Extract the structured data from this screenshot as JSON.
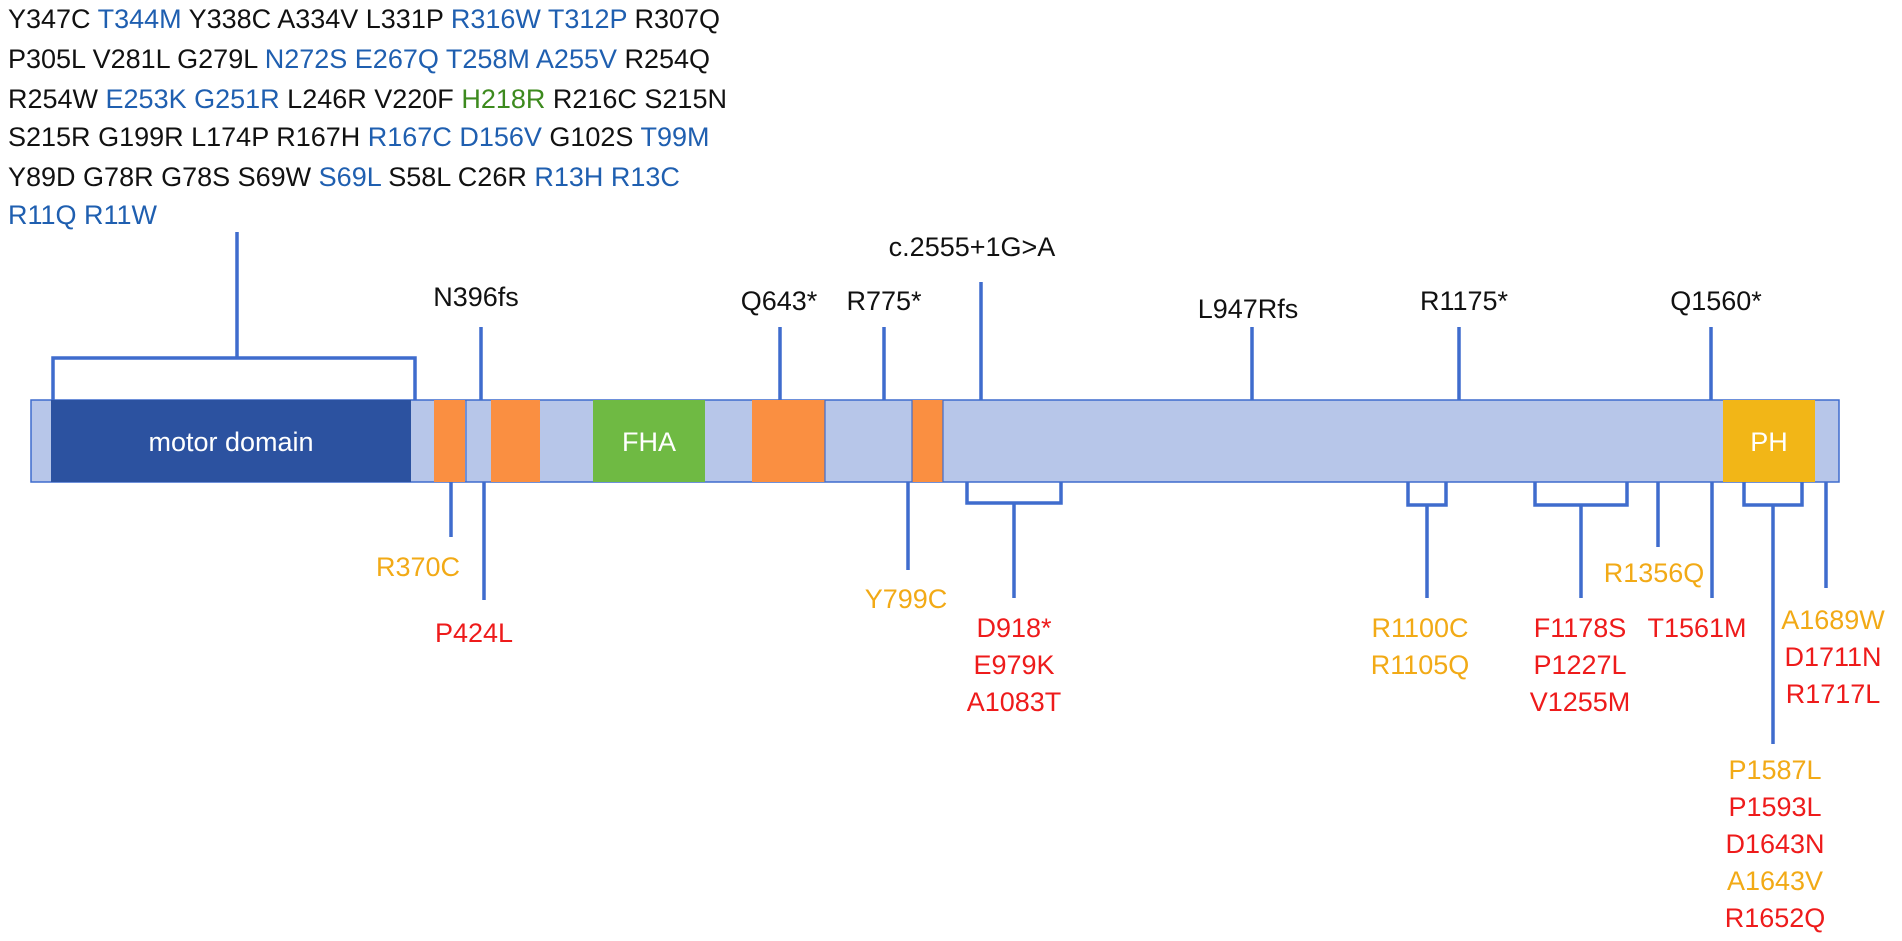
{
  "colors": {
    "black": "#111111",
    "blue": "#1f5fb0",
    "green": "#3d8a1e",
    "orange": "#f2aa16",
    "red": "#ee1b1b",
    "protein": "#b7c6e9",
    "motor": "#2c52a0",
    "fha": "#6fba43",
    "segment": "#fa8f41",
    "ph": "#f2b617",
    "line": "#3f6ccd"
  },
  "motor_domain_label": "motor domain",
  "fha_label": "FHA",
  "ph_label": "PH",
  "motor_mutations": [
    [
      {
        "t": "Y347C",
        "c": "black"
      },
      {
        "t": "T344M",
        "c": "blue"
      },
      {
        "t": "Y338C",
        "c": "black"
      },
      {
        "t": "A334V",
        "c": "black"
      },
      {
        "t": "L331P",
        "c": "black"
      },
      {
        "t": "R316W",
        "c": "blue"
      },
      {
        "t": "T312P",
        "c": "blue"
      },
      {
        "t": "R307Q",
        "c": "black"
      }
    ],
    [
      {
        "t": "P305L",
        "c": "black"
      },
      {
        "t": "V281L",
        "c": "black"
      },
      {
        "t": "G279L",
        "c": "black"
      },
      {
        "t": "N272S",
        "c": "blue"
      },
      {
        "t": "E267Q",
        "c": "blue"
      },
      {
        "t": "T258M",
        "c": "blue"
      },
      {
        "t": "A255V",
        "c": "blue"
      },
      {
        "t": "R254Q",
        "c": "black"
      }
    ],
    [
      {
        "t": "R254W",
        "c": "black"
      },
      {
        "t": "E253K",
        "c": "blue"
      },
      {
        "t": "G251R",
        "c": "blue"
      },
      {
        "t": "L246R",
        "c": "black"
      },
      {
        "t": "V220F",
        "c": "black"
      },
      {
        "t": "H218R",
        "c": "green"
      },
      {
        "t": "R216C",
        "c": "black"
      },
      {
        "t": "S215N",
        "c": "black"
      }
    ],
    [
      {
        "t": "S215R",
        "c": "black"
      },
      {
        "t": "G199R",
        "c": "black"
      },
      {
        "t": "L174P",
        "c": "black"
      },
      {
        "t": "R167H",
        "c": "black"
      },
      {
        "t": "R167C",
        "c": "blue"
      },
      {
        "t": "D156V",
        "c": "blue"
      },
      {
        "t": "G102S",
        "c": "black"
      },
      {
        "t": "T99M",
        "c": "blue"
      }
    ],
    [
      {
        "t": "Y89D",
        "c": "black"
      },
      {
        "t": "G78R",
        "c": "black"
      },
      {
        "t": "G78S",
        "c": "black"
      },
      {
        "t": "S69W",
        "c": "black"
      },
      {
        "t": "S69L",
        "c": "blue"
      },
      {
        "t": "S58L",
        "c": "black"
      },
      {
        "t": "C26R",
        "c": "black"
      },
      {
        "t": "R13H",
        "c": "blue"
      },
      {
        "t": "R13C",
        "c": "blue"
      }
    ],
    [
      {
        "t": "R11Q",
        "c": "blue"
      },
      {
        "t": "R11W",
        "c": "blue"
      }
    ]
  ],
  "top_labels": [
    {
      "t": "N396fs",
      "c": "black"
    },
    {
      "t": "Q643*",
      "c": "black"
    },
    {
      "t": "R775*",
      "c": "black"
    },
    {
      "t": "c.2555+1G>A",
      "c": "black"
    },
    {
      "t": "L947Rfs",
      "c": "black"
    },
    {
      "t": "R1175*",
      "c": "black"
    },
    {
      "t": "Q1560*",
      "c": "black"
    }
  ],
  "bottom_groups": [
    [
      {
        "t": "R370C",
        "c": "orange"
      }
    ],
    [
      {
        "t": "P424L",
        "c": "red"
      }
    ],
    [
      {
        "t": "Y799C",
        "c": "orange"
      }
    ],
    [
      {
        "t": "D918*",
        "c": "red"
      },
      {
        "t": "E979K",
        "c": "red"
      },
      {
        "t": "A1083T",
        "c": "red"
      }
    ],
    [
      {
        "t": "R1100C",
        "c": "orange"
      },
      {
        "t": "R1105Q",
        "c": "orange"
      }
    ],
    [
      {
        "t": "F1178S",
        "c": "red"
      },
      {
        "t": "P1227L",
        "c": "red"
      },
      {
        "t": "V1255M",
        "c": "red"
      }
    ],
    [
      {
        "t": "R1356Q",
        "c": "orange"
      }
    ],
    [
      {
        "t": "T1561M",
        "c": "red"
      }
    ],
    [
      {
        "t": "A1689W",
        "c": "orange"
      },
      {
        "t": "D1711N",
        "c": "red"
      },
      {
        "t": "R1717L",
        "c": "red"
      }
    ],
    [
      {
        "t": "P1587L",
        "c": "orange"
      },
      {
        "t": "P1593L",
        "c": "red"
      },
      {
        "t": "D1643N",
        "c": "red"
      },
      {
        "t": "A1643V",
        "c": "orange"
      },
      {
        "t": "R1652Q",
        "c": "red"
      }
    ]
  ]
}
